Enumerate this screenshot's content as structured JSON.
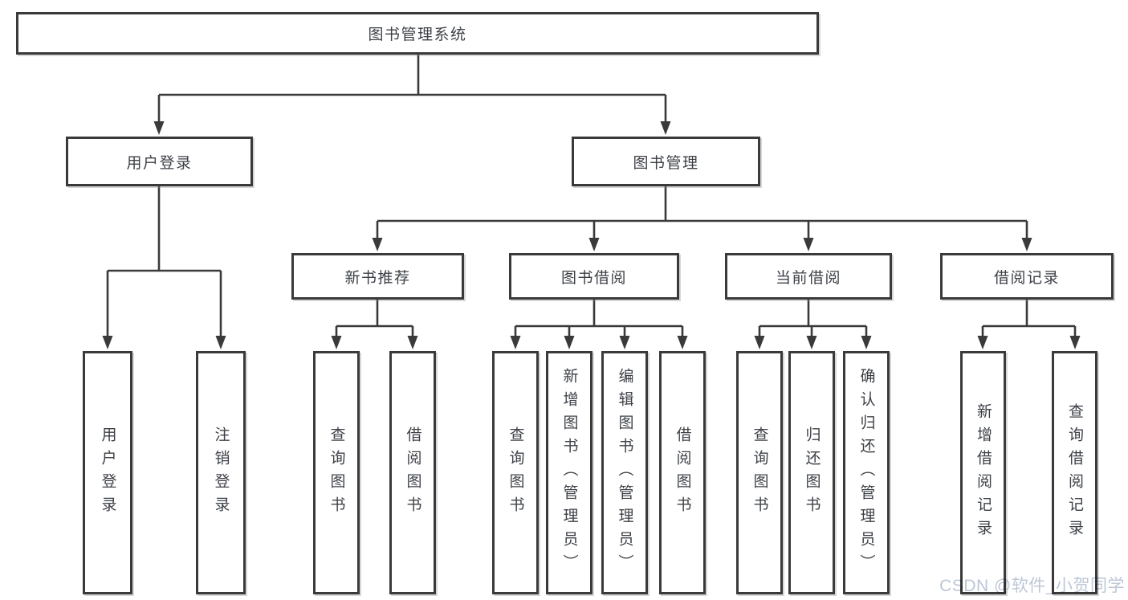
{
  "diagram": {
    "root": "图书管理系统",
    "branches": {
      "user_login": "用户登录",
      "book_management": "图书管理"
    },
    "sections": {
      "new_book_recommend": "新书推荐",
      "book_borrowing": "图书借阅",
      "current_borrowing": "当前借阅",
      "borrow_records": "借阅记录"
    },
    "leaves": {
      "user_login": "用户登录",
      "logout": "注销登录",
      "rec_query_books": "查询图书",
      "rec_borrow_books": "借阅图书",
      "bb_query_books": "查询图书",
      "bb_add_book_admin": "新增图书（管理员）",
      "bb_edit_book_admin": "编辑图书（管理员）",
      "bb_borrow_books": "借阅图书",
      "cb_query_books": "查询图书",
      "cb_return_books": "归还图书",
      "cb_confirm_return_admin": "确认归还（管理员）",
      "br_add_record": "新增借阅记录",
      "br_query_record": "查询借阅记录"
    }
  },
  "watermark": "CSDN @软件_小贺同学",
  "colors": {
    "line": "#3a3a3a",
    "text": "#3d4147",
    "watermark": "#bcc7d6",
    "background": "#ffffff"
  }
}
